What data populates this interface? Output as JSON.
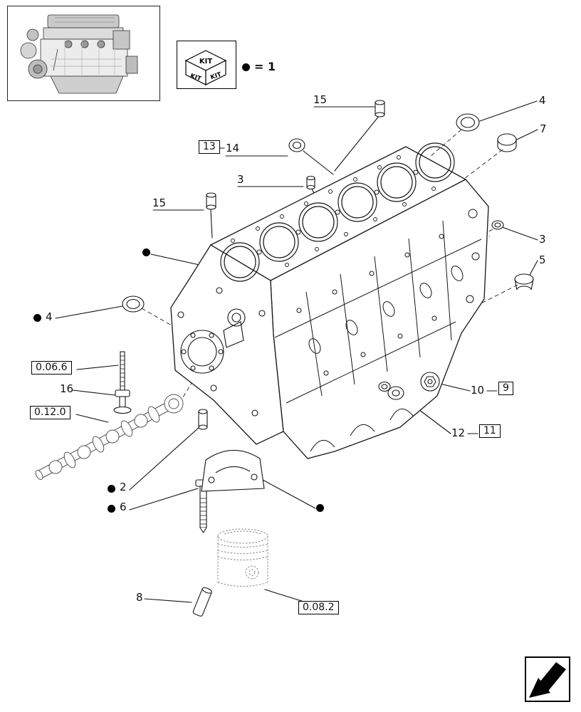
{
  "legend": {
    "kit": "KIT",
    "equals": "= 1"
  },
  "callouts": {
    "n15_top": "15",
    "n4_top_right": "4",
    "n7": "7",
    "n13": "13",
    "n14": "14",
    "n3_top": "3",
    "n15_left": "15",
    "n3_right": "3",
    "n5": "5",
    "n4_left": "4",
    "n16": "16",
    "n10": "10",
    "n9": "9",
    "n12": "12",
    "n11": "11",
    "n2": "2",
    "n6": "6",
    "n8": "8"
  },
  "refs": {
    "r_0066": "0.06.6",
    "r_0120": "0.12.0",
    "r_0082": "0.08.2"
  }
}
